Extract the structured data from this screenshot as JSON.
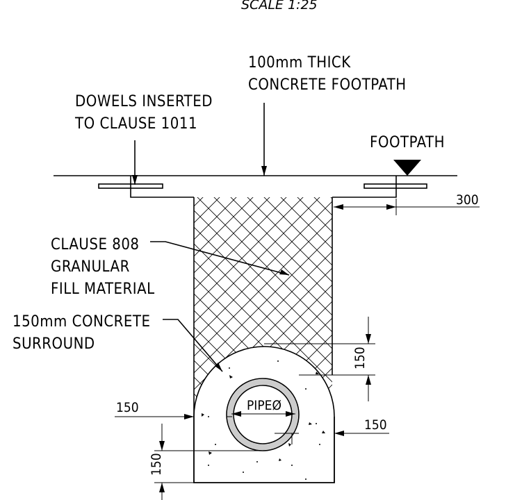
{
  "scale_label": "SCALE 1:25",
  "labels": {
    "footpath_thick": [
      "100mm THICK",
      "CONCRETE FOOTPATH"
    ],
    "dowels": [
      "DOWELS INSERTED",
      "TO CLAUSE 1011"
    ],
    "footpath": "FOOTPATH",
    "fill": [
      "CLAUSE 808",
      "GRANULAR",
      "FILL MATERIAL"
    ],
    "surround": [
      "150mm CONCRETE",
      "SURROUND"
    ],
    "pipe": "PIPEØ"
  },
  "dimensions": {
    "footpath_offset": "300",
    "top_cover": "150",
    "left_side": "150",
    "right_side": "150",
    "bottom": "150"
  }
}
